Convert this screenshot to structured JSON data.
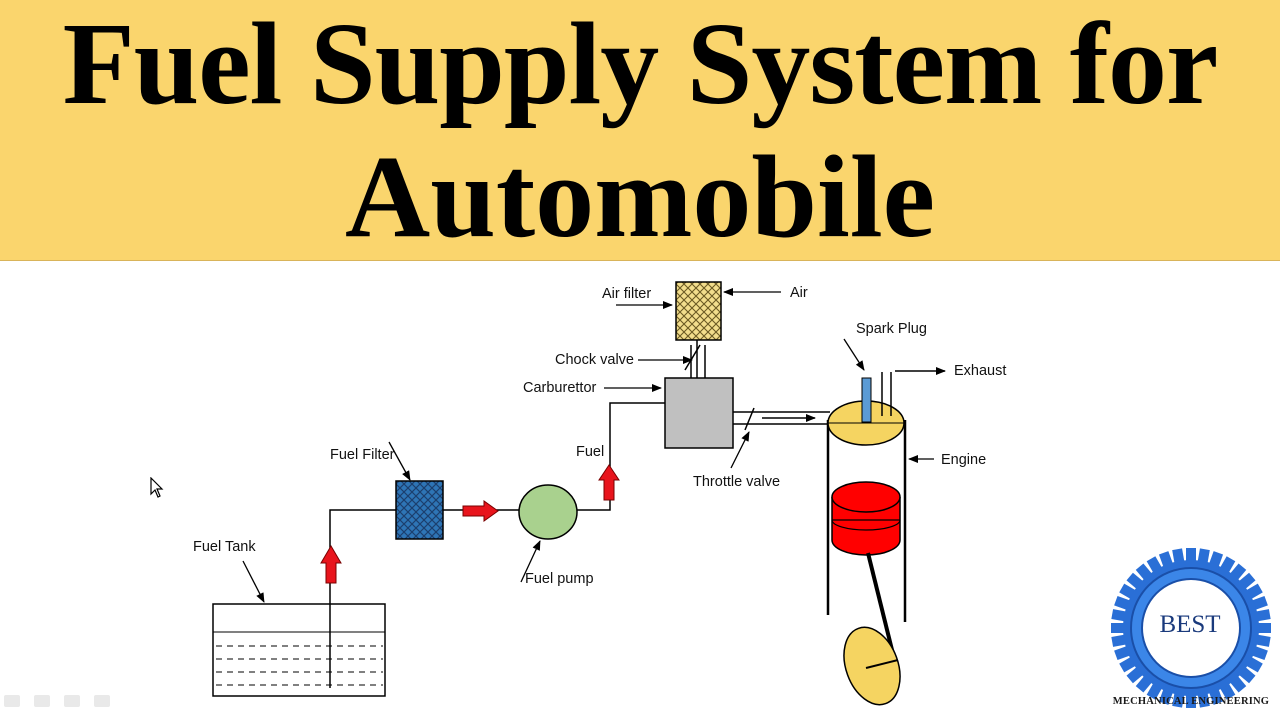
{
  "title": {
    "line1": "Fuel Supply System for",
    "line2": "Automobile"
  },
  "labels": {
    "air_filter": "Air filter",
    "air": "Air",
    "chock_valve": "Chock valve",
    "carburettor": "Carburettor",
    "spark_plug": "Spark Plug",
    "exhaust": "Exhaust",
    "fuel": "Fuel",
    "throttle_valve": "Throttle valve",
    "engine": "Engine",
    "fuel_filter": "Fuel Filter",
    "fuel_tank": "Fuel Tank",
    "fuel_pump": "Fuel pump"
  },
  "logo": {
    "text": "BEST",
    "subtitle": "MECHANICAL ENGINEERING"
  },
  "colors": {
    "banner": "#fad56d",
    "arrow_red": "#e8141c",
    "pump_green": "#a9d18e",
    "filter_blue": "#2e75b6",
    "air_filter_tan": "#f2dd8c",
    "carburettor_gray": "#c0c0c0",
    "engine_yellow": "#f5d461",
    "piston_red": "#ff0000",
    "spark_plug_blue": "#5b9bd5",
    "logo_blue": "#2a6fd6"
  }
}
